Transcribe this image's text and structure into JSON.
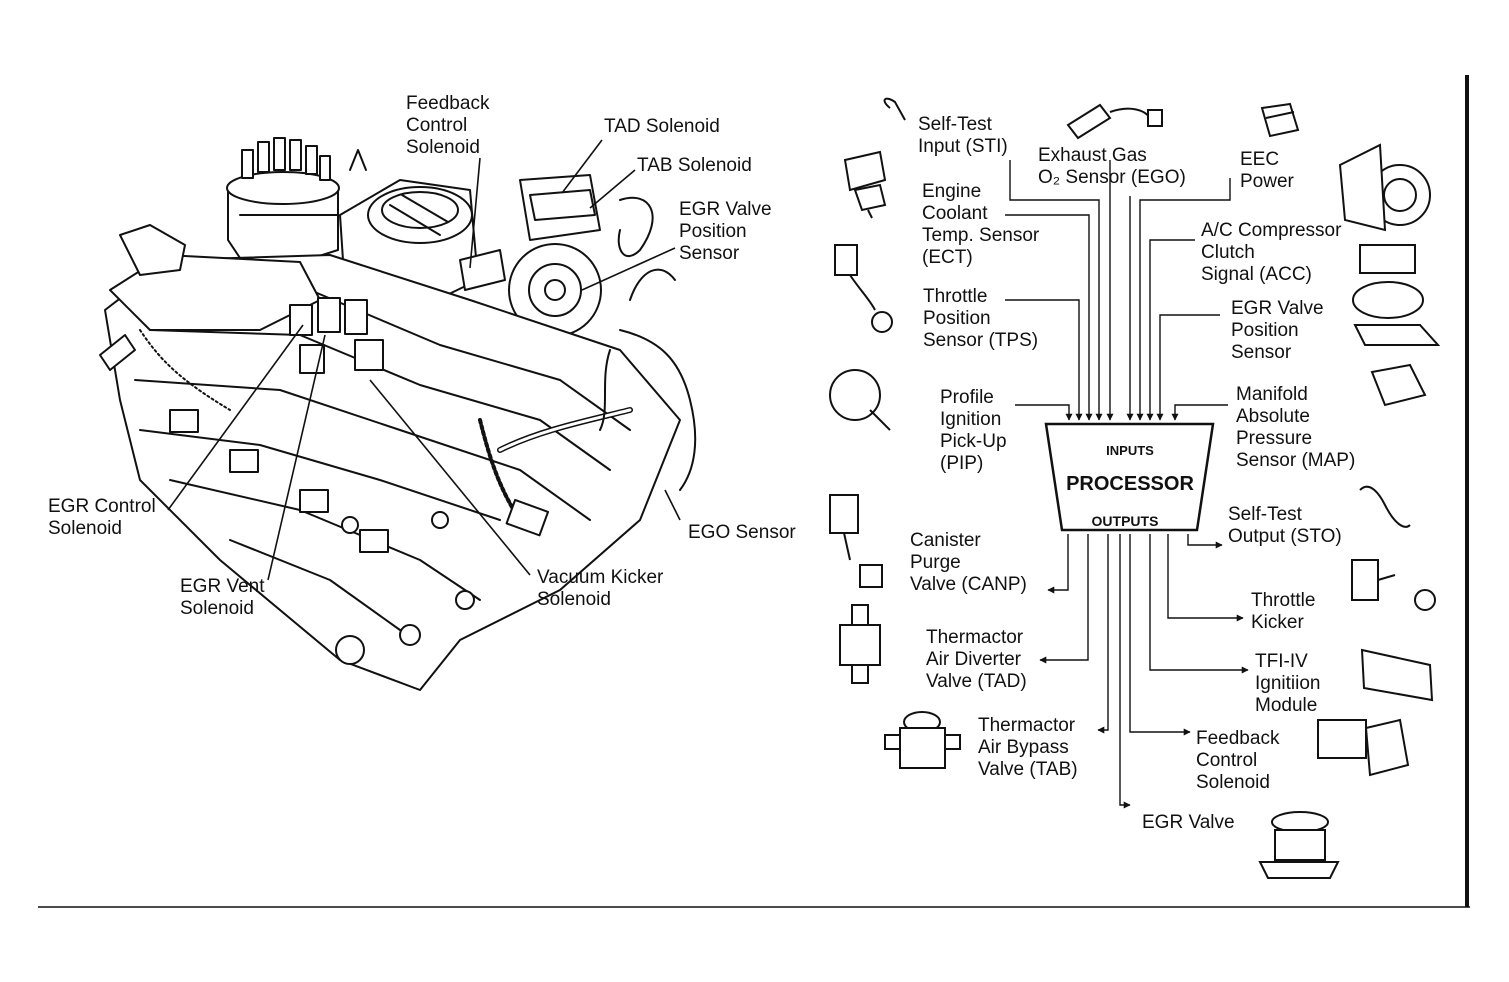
{
  "engine_labels": {
    "feedback_control_solenoid": [
      "Feedback",
      "Control",
      "Solenoid"
    ],
    "tad_solenoid": [
      "TAD Solenoid"
    ],
    "tab_solenoid": [
      "TAB Solenoid"
    ],
    "egr_valve_position_sensor": [
      "EGR Valve",
      "Position",
      "Sensor"
    ],
    "egr_control_solenoid": [
      "EGR Control",
      "Solenoid"
    ],
    "egr_vent_solenoid": [
      "EGR Vent",
      "Solenoid"
    ],
    "vacuum_kicker_solenoid": [
      "Vacuum Kicker",
      "Solenoid"
    ],
    "ego_sensor": [
      "EGO Sensor"
    ]
  },
  "processor": {
    "inputs_label": "INPUTS",
    "title": "PROCESSOR",
    "outputs_label": "OUTPUTS"
  },
  "input_labels": {
    "self_test_input": [
      "Self-Test",
      "Input (STI)"
    ],
    "exhaust_gas_sensor": [
      "Exhaust Gas",
      "O₂ Sensor (EGO)"
    ],
    "eec_power": [
      "EEC",
      "Power"
    ],
    "engine_coolant_temp": [
      "Engine",
      "Coolant",
      "Temp. Sensor",
      "(ECT)"
    ],
    "ac_compressor_clutch": [
      "A/C Compressor",
      "Clutch",
      "Signal (ACC)"
    ],
    "throttle_position_sensor": [
      "Throttle",
      "Position",
      "Sensor (TPS)"
    ],
    "egr_valve_position_sensor": [
      "EGR Valve",
      "Position",
      "Sensor"
    ],
    "profile_ignition_pickup": [
      "Profile",
      "Ignition",
      "Pick-Up",
      "(PIP)"
    ],
    "manifold_absolute_pressure": [
      "Manifold",
      "Absolute",
      "Pressure",
      "Sensor (MAP)"
    ]
  },
  "output_labels": {
    "self_test_output": [
      "Self-Test",
      "Output (STO)"
    ],
    "canister_purge_valve": [
      "Canister",
      "Purge",
      "Valve (CANP)"
    ],
    "throttle_kicker": [
      "Throttle",
      "Kicker"
    ],
    "thermactor_air_diverter": [
      "Thermactor",
      "Air Diverter",
      "Valve (TAD)"
    ],
    "tfi_ignition_module": [
      "TFI-IV",
      "Ignitiion",
      "Module"
    ],
    "thermactor_air_bypass": [
      "Thermactor",
      "Air Bypass",
      "Valve (TAB)"
    ],
    "feedback_control_solenoid": [
      "Feedback",
      "Control",
      "Solenoid"
    ],
    "egr_valve": [
      "EGR Valve"
    ]
  }
}
